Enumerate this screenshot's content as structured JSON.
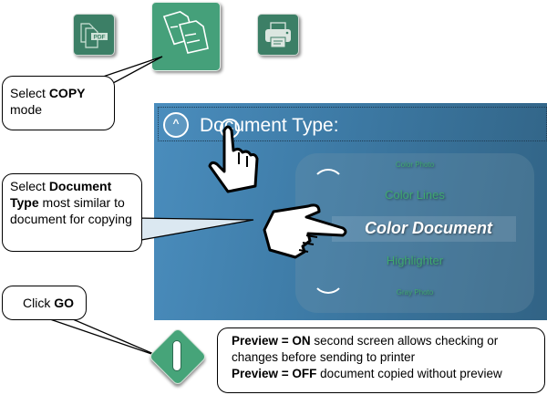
{
  "modes": {
    "pdf": {
      "icon": "pdf-scan-icon",
      "label": "PDF"
    },
    "copy": {
      "icon": "copy-documents-icon"
    },
    "print": {
      "icon": "printer-icon"
    }
  },
  "callouts": {
    "copy": {
      "prefix": "Select ",
      "bold": "COPY",
      "suffix": " mode"
    },
    "doctype": {
      "prefix": "Select ",
      "bold": "Document Type",
      "suffix": " most similar to document for copying"
    },
    "go": {
      "prefix": "Click ",
      "bold": "GO"
    },
    "preview": {
      "line1_bold": "Preview = ON",
      "line1_text": " second screen allows checking or changes before sending to printer",
      "line2_bold": "Preview = OFF",
      "line2_text": " document copied without preview"
    }
  },
  "panel": {
    "collapse_glyph": "^",
    "title": "Document Type:",
    "options": [
      "Color Photo",
      "Color Lines",
      "Color Document",
      "Highlighter",
      "Gray Photo"
    ],
    "selected": "Color Document"
  },
  "colors": {
    "accent_green": "#46a479",
    "panel_blue": "#3d7aa5",
    "option_green": "#3fa86f"
  }
}
